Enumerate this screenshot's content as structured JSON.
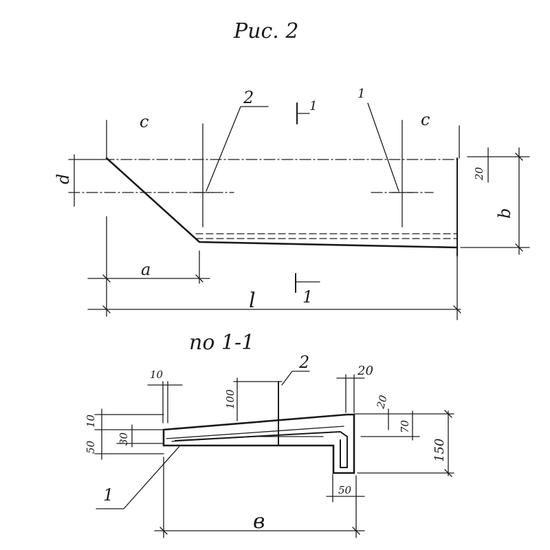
{
  "title": "Рис. 2",
  "section_title": "по 1-1",
  "plan": {
    "label_c_left": "c",
    "label_c_right": "c",
    "label_d": "d",
    "label_a": "a",
    "label_b": "b",
    "label_l": "l",
    "label_2": "2",
    "label_1_top": "1",
    "label_1_bottom": "1",
    "label_20": "20",
    "label_top_right_leader": "1"
  },
  "section": {
    "dim_10": "10",
    "dim_20_top": "20",
    "dim_100": "100",
    "dim_20_right": "20",
    "dim_70": "70",
    "dim_150": "150",
    "dim_10_left": "10",
    "dim_30": "30",
    "dim_50_left": "50",
    "dim_50_bottom": "50",
    "label_b_width": "в",
    "callout_1": "1",
    "callout_2": "2"
  }
}
